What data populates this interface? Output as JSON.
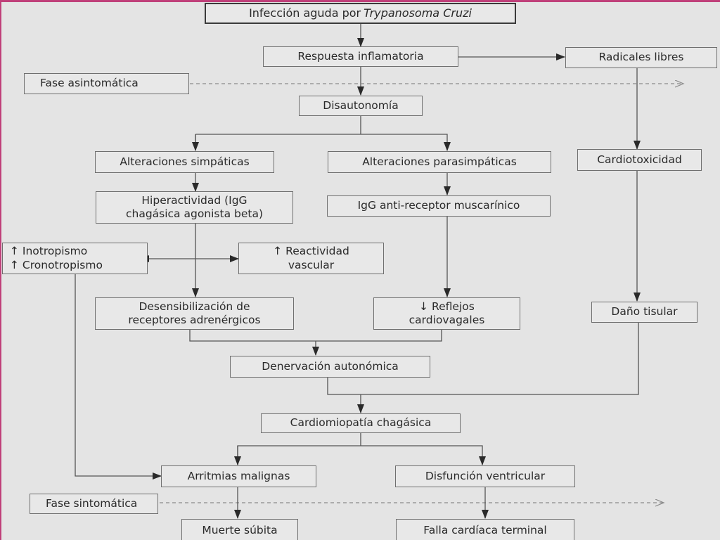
{
  "diagram": {
    "nodes": {
      "infeccion": {
        "text": "Infección aguda por",
        "italic": "Trypanosoma Cruzi"
      },
      "respuesta": "Respuesta inflamatoria",
      "radicales": "Radicales libres",
      "fase_asintomatica": "Fase asintomática",
      "disautonomia": "Disautonomía",
      "alt_simpaticas": "Alteraciones simpáticas",
      "alt_parasimpaticas": "Alteraciones parasimpáticas",
      "cardiotoxicidad": "Cardiotoxicidad",
      "hiperactividad": "Hiperactividad (IgG\nchagásica agonista beta)",
      "igg_muscarinico": "IgG anti-receptor muscarínico",
      "inotropismo": "↑ Inotropismo\n↑ Cronotropismo",
      "reactividad": "↑  Reactividad\nvascular",
      "desensibilizacion": "Desensibilización de\nreceptores adrenérgicos",
      "reflejos": "↓ Reflejos\ncardiovagales",
      "dano_tisular": "Daño tisular",
      "denervacion": "Denervación autonómica",
      "cardiomiopatia": "Cardiomiopatía chagásica",
      "arritmias": "Arritmias malignas",
      "disfuncion": "Disfunción ventricular",
      "fase_sintomatica": "Fase sintomática",
      "muerte": "Muerte súbita",
      "falla": "Falla cardíaca terminal"
    }
  }
}
